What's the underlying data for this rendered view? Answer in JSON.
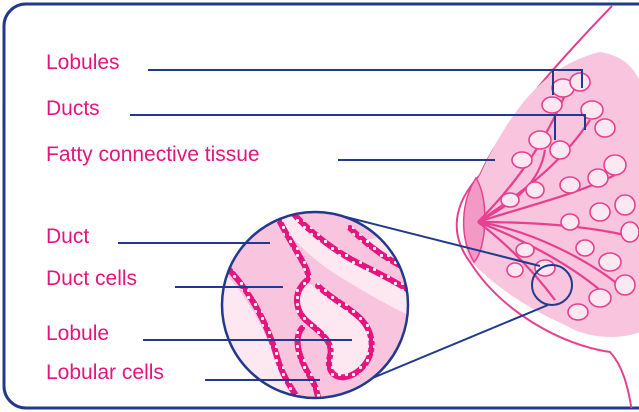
{
  "labels": {
    "lobules": "Lobules",
    "ducts": "Ducts",
    "fatty_tissue": "Fatty connective tissue",
    "duct": "Duct",
    "duct_cells": "Duct cells",
    "lobule": "Lobule",
    "lobular_cells": "Lobular cells"
  },
  "colors": {
    "frame": "#233a8c",
    "label_text": "#e6147e",
    "leader_line": "#233a8c",
    "skin_outline": "#e6418f",
    "tissue_fill": "#f9c4de",
    "lobule_fill": "#fde7f1",
    "nipple_fill": "#f29ac5"
  }
}
